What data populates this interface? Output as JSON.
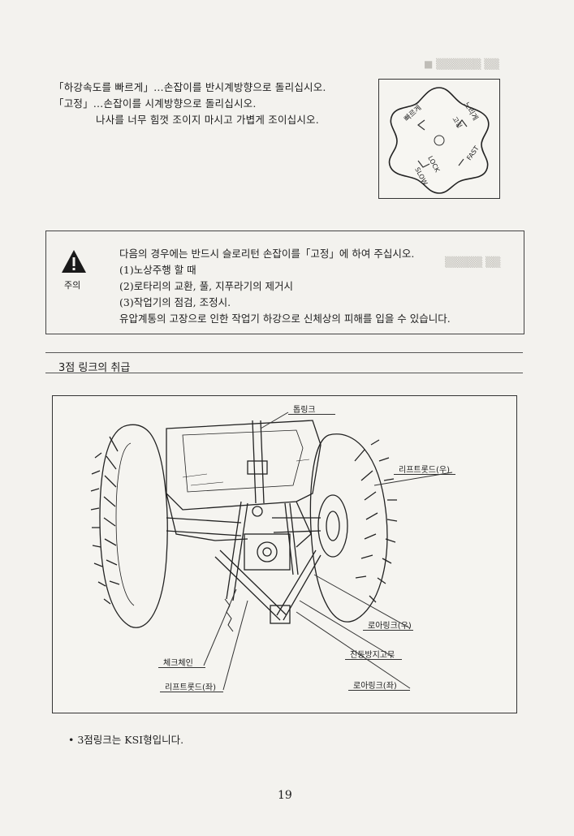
{
  "instructions": {
    "line1": "「하강속도를 빠르게」…손잡이를 반시계방향으로 돌리십시오.",
    "line2": "「고정」…손잡이를 시계방향으로 돌리십시오.",
    "line3": "나사를 너무 힘껏 조이지 마시고 가볍게 조이십시오."
  },
  "dial": {
    "label_fast_top": "빠르게",
    "label_slow_top": "느리게",
    "label_lock_top": "고정",
    "label_slow": "SLOW",
    "label_lock": "LOCK",
    "label_fast": "FAST"
  },
  "warning": {
    "icon_label": "주의",
    "line1": "다음의 경우에는 반드시 슬로리턴 손잡이를「고정」에 하여 주십시오.",
    "line2": "(1)노상주행 할 때",
    "line3": "(2)로타리의 교환, 풀, 지푸라기의 제거시",
    "line4": "(3)작업기의 점검, 조정시.",
    "line5": "유압계통의 고장으로 인한 작업기 하강으로 신체상의 피해를 입을 수 있습니다."
  },
  "section": {
    "title": "3점 링크의 취급"
  },
  "figure": {
    "callouts": {
      "top_link": "톱링크",
      "lift_rod_right": "리프트롯드(우)",
      "lower_link_right": "로아링크(우)",
      "anti_vibration_rubber": "진동방지고무",
      "check_chain": "체크체인",
      "lower_link_left": "로아링크(좌)",
      "lift_rod_left": "리프트롯드(좌)"
    }
  },
  "footnote": "• 3점링크는 KSI형입니다.",
  "page_number": "19"
}
